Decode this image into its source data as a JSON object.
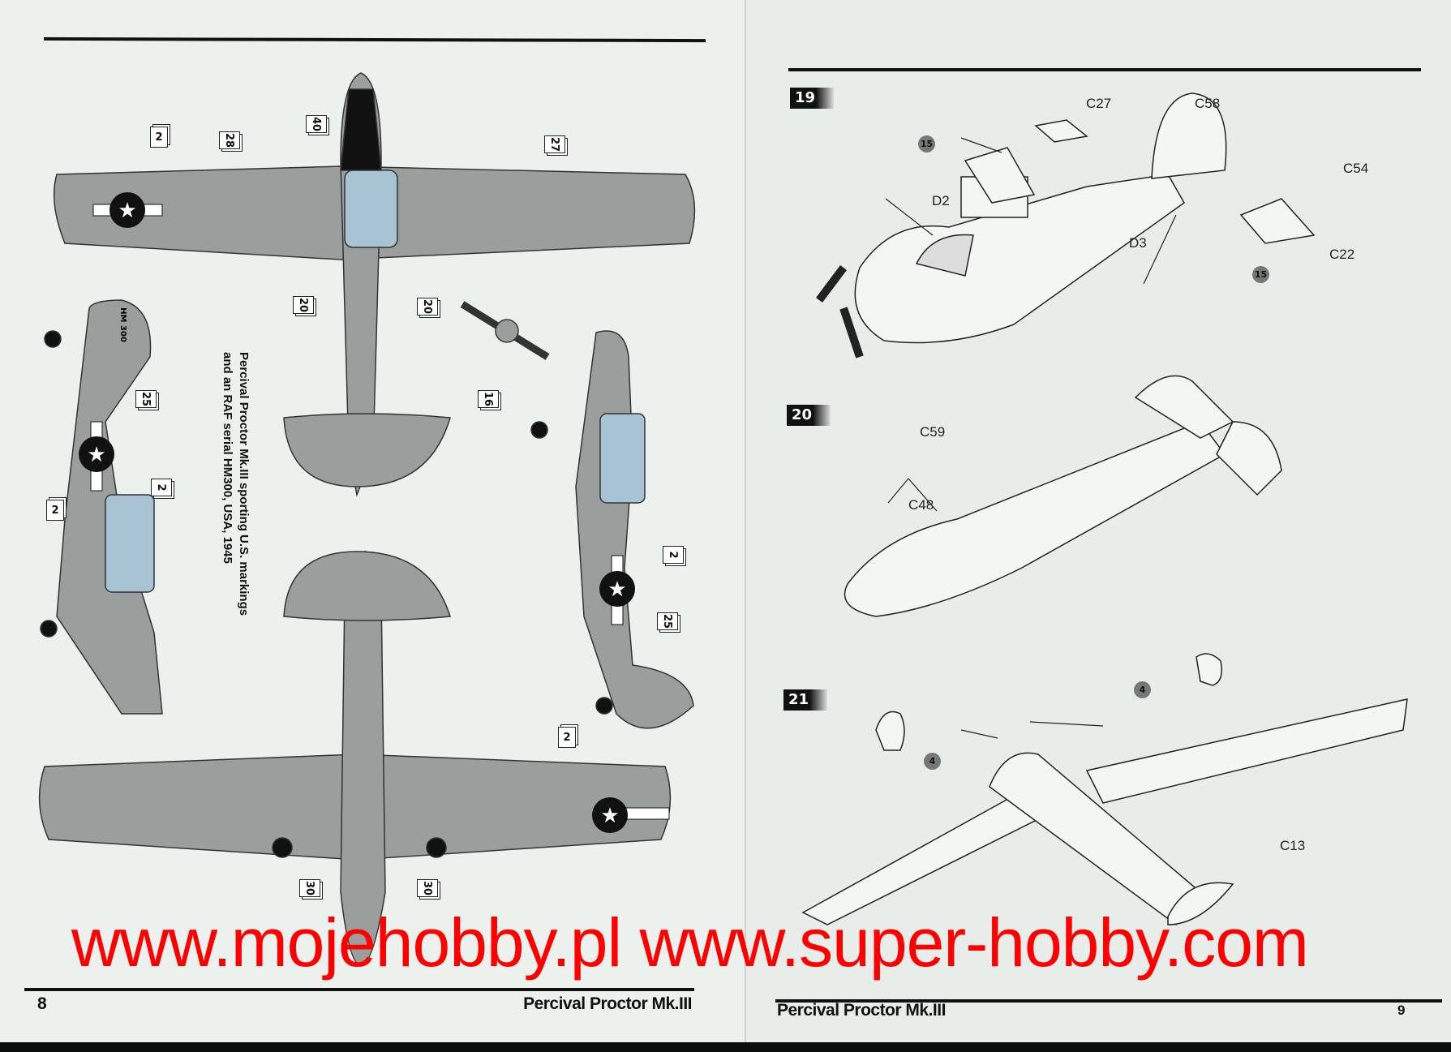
{
  "left_page": {
    "page_number": "8",
    "footer_title": "Percival Proctor Mk.III",
    "caption_line1": "Percival Proctor Mk.III sporting U.S. markings",
    "caption_line2": "and an RAF serial HM300, USA, 1945",
    "serial_marking": "HM 300",
    "callouts": [
      "2",
      "28",
      "40",
      "27",
      "20",
      "20",
      "16",
      "25",
      "2",
      "2",
      "2",
      "25",
      "2",
      "30",
      "30"
    ]
  },
  "right_page": {
    "page_number": "9",
    "footer_title": "Percival Proctor Mk.III",
    "steps": [
      {
        "number": "19",
        "parts": [
          "C27",
          "C58",
          "C54",
          "D2",
          "D3",
          "C22"
        ],
        "paint_refs": [
          "15",
          "15"
        ]
      },
      {
        "number": "20",
        "parts": [
          "C59",
          "C48"
        ]
      },
      {
        "number": "21",
        "parts": [
          "C13"
        ],
        "paint_refs": [
          "4",
          "4"
        ]
      }
    ]
  },
  "watermark": "www.mojehobby.pl www.super-hobby.com",
  "colors": {
    "aircraft_grey": "#9a9e9c",
    "canopy_blue": "#a8c4d4",
    "watermark_red": "#ff0000",
    "paint_ref_grey": "#777777"
  }
}
